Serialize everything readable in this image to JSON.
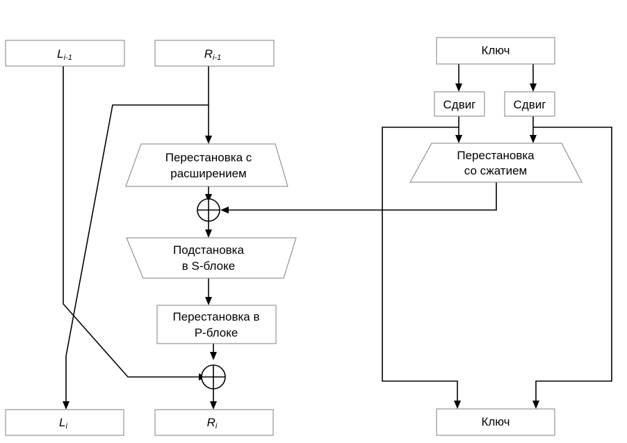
{
  "inputs": {
    "left_prev": {
      "base": "L",
      "sub": "i-1"
    },
    "right_prev": {
      "base": "R",
      "sub": "i-1"
    }
  },
  "outputs": {
    "left_next": {
      "base": "L",
      "sub": "i"
    },
    "right_next": {
      "base": "R",
      "sub": "i"
    }
  },
  "blocks": {
    "expansion_permutation": [
      "Перестановка с",
      "расширением"
    ],
    "s_box_substitution": [
      "Подстановка",
      "в S-блоке"
    ],
    "p_box_permutation": [
      "Перестановка в",
      "P-блоке"
    ]
  },
  "key_schedule": {
    "key_in": "Ключ",
    "shift_left": "Сдвиг",
    "shift_right": "Сдвиг",
    "compression_permutation": [
      "Перестановка",
      "со сжатием"
    ],
    "key_out": "Ключ"
  }
}
